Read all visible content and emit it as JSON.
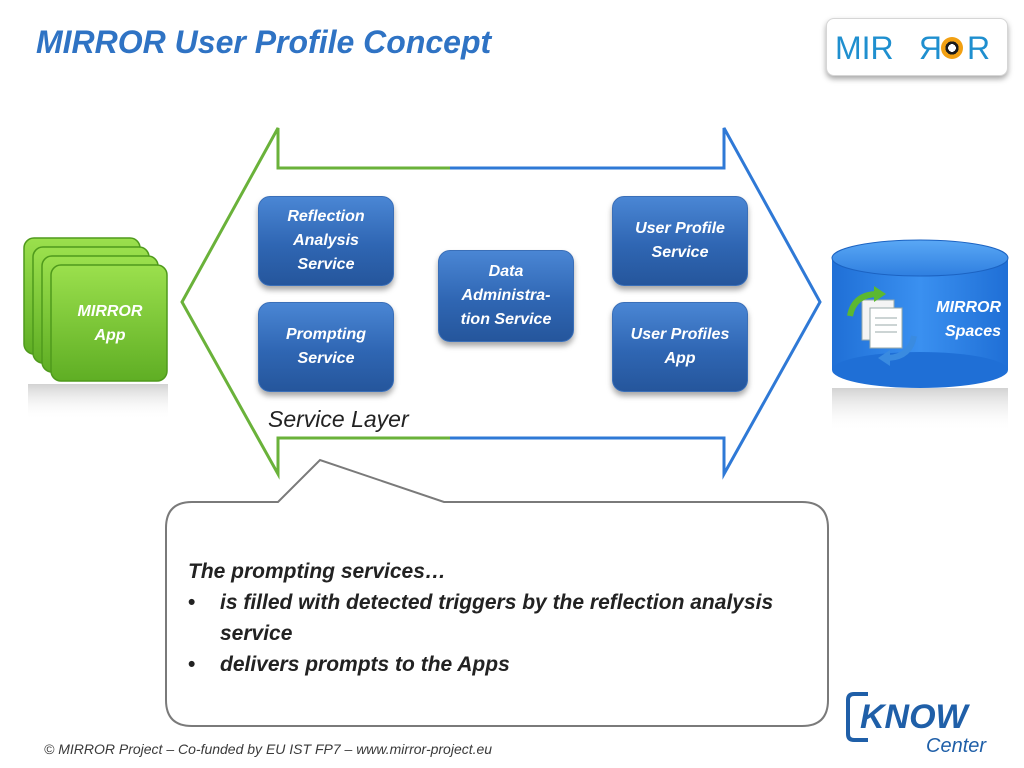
{
  "slide": {
    "title": "MIRROR User Profile Concept",
    "footer": "© MIRROR Project – Co-funded by EU IST FP7 – www.mirror-project.eu"
  },
  "logos": {
    "mirror_logo_text": "MIRROR",
    "know_center_text_1": "KNOW",
    "know_center_text_2": "Center"
  },
  "diagram": {
    "mirror_app": {
      "line1": "MIRROR",
      "line2": "App"
    },
    "mirror_spaces": {
      "line1": "MIRROR",
      "line2": "Spaces"
    },
    "service_layer_label": "Service Layer",
    "services": {
      "reflection_analysis": "Reflection Analysis Service",
      "prompting": "Prompting Service",
      "data_administration": "Data Administra-tion Service",
      "user_profile_service": "User Profile Service",
      "user_profiles_app": "User Profiles App"
    }
  },
  "callout": {
    "heading": "The prompting services…",
    "bullets": [
      "is filled with detected triggers by the reflection analysis service",
      "delivers prompts to the Apps"
    ]
  },
  "colors": {
    "title": "#2f73c4",
    "service_box": "#2f66b3",
    "arrow_left_green": "#6ab23a",
    "arrow_right_blue": "#2f79d6",
    "app_green": "#7cc93a",
    "spaces_blue": "#2f7fe0"
  }
}
